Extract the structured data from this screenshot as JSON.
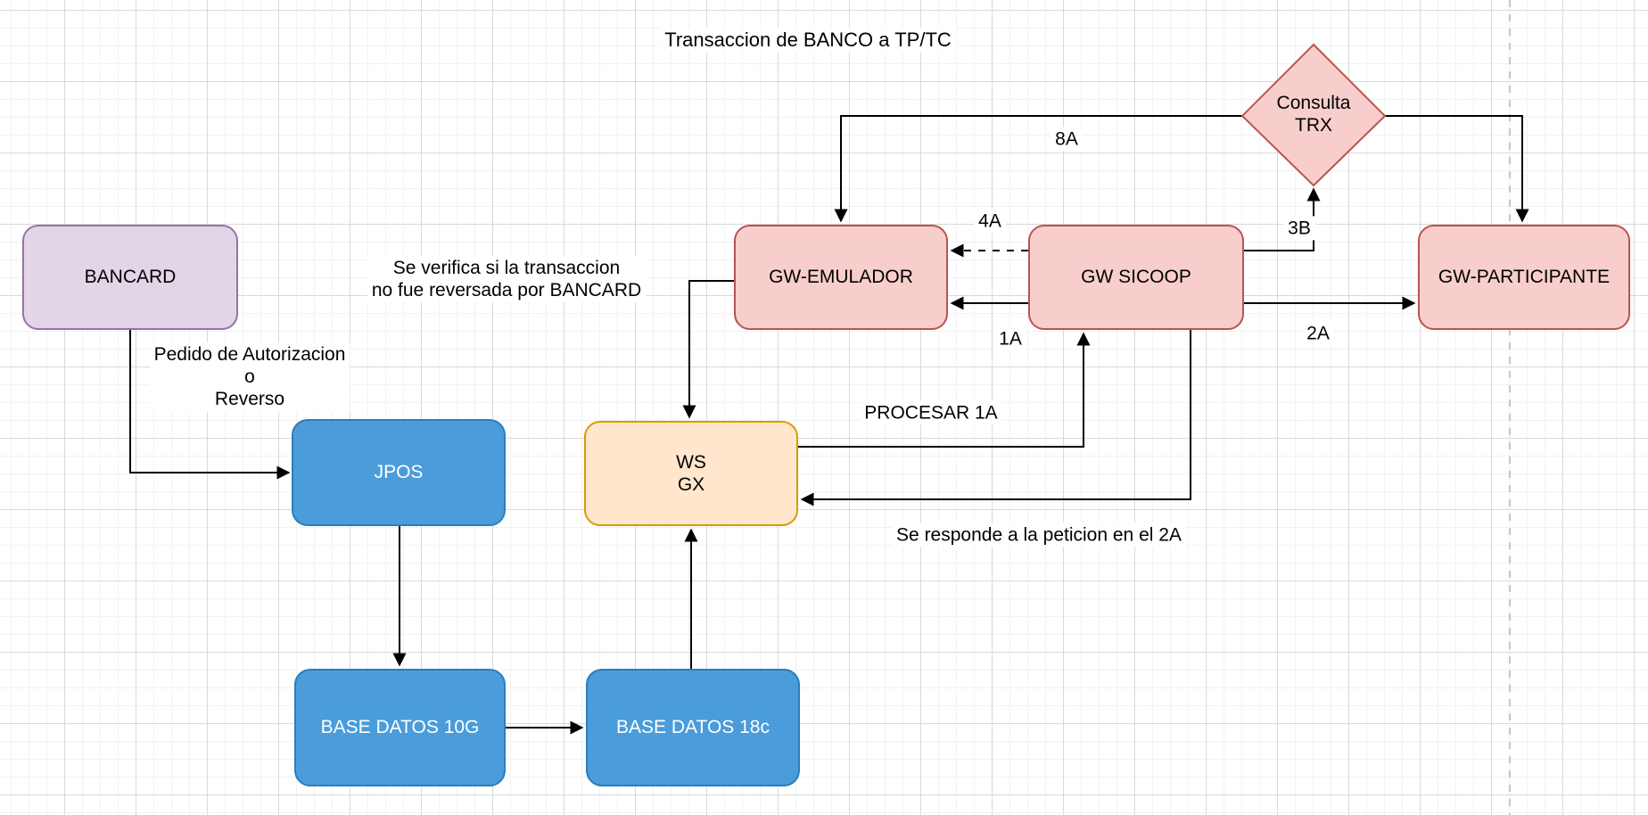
{
  "title": "Transaccion de BANCO a TP/TC",
  "nodes": {
    "bancard": {
      "label": "BANCARD"
    },
    "jpos": {
      "label": "JPOS"
    },
    "ws_gx": {
      "label": "WS\nGX"
    },
    "base_datos_10g": {
      "label": "BASE DATOS 10G"
    },
    "base_datos_18c": {
      "label": "BASE DATOS 18c"
    },
    "gw_emulador": {
      "label": "GW-EMULADOR"
    },
    "gw_sicoop": {
      "label": "GW SICOOP"
    },
    "gw_participante": {
      "label": "GW-PARTICIPANTE"
    },
    "consulta_trx": {
      "label": "Consulta\nTRX"
    }
  },
  "edge_labels": {
    "e8a": "8A",
    "e4a": "4A",
    "e1a": "1A",
    "e3b": "3B",
    "e2a": "2A",
    "procesar_1a": "PROCESAR 1A",
    "pedido_autorizacion": "Pedido de Autorizacion\no\nReverso",
    "verificacion": "Se verifica si la transaccion\nno fue reversada por BANCARD",
    "respuesta": "Se responde a la peticion en el 2A"
  },
  "colors": {
    "node_pink_fill": "#f8cecc",
    "node_pink_stroke": "#b85450",
    "node_purple_fill": "#e1d5e7",
    "node_purple_stroke": "#9673a6",
    "node_blue_fill": "#4a9cdb",
    "node_blue_stroke": "#2d7dbb",
    "node_orange_fill": "#ffe6cc",
    "node_orange_stroke": "#d79b00",
    "connector": "#000000",
    "boundary_dashed": "#b3b3b3"
  }
}
